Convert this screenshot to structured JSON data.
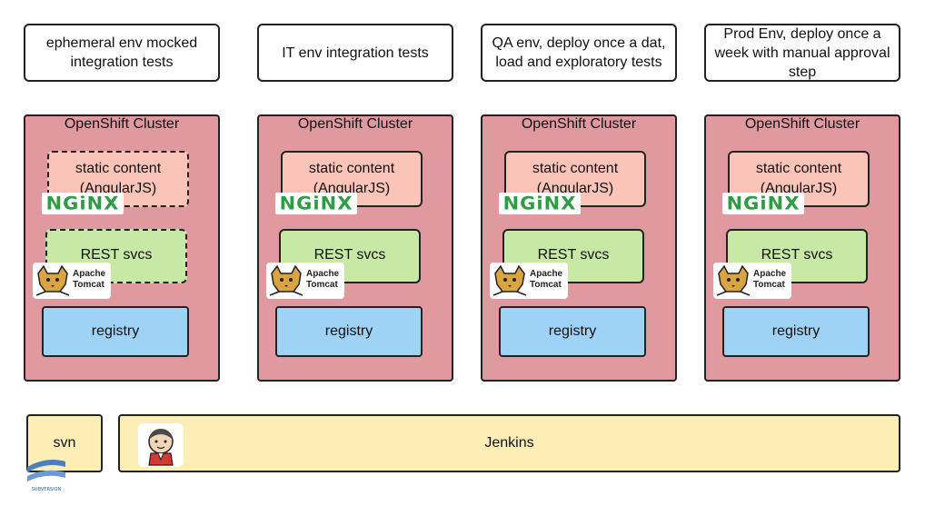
{
  "environments": [
    {
      "description": "ephemeral env mocked integration tests"
    },
    {
      "description": "IT env integration tests"
    },
    {
      "description": "QA env, deploy once a dat, load and exploratory tests"
    },
    {
      "description": "Prod Env, deploy once a week with manual approval step"
    }
  ],
  "clusters": [
    {
      "title": "OpenShift Cluster",
      "static_label": "static content",
      "static_sub": "(AngularJS)",
      "rest_label": "REST svcs",
      "registry_label": "registry",
      "nginx_label": "NGiNX",
      "tomcat_line1": "Apache",
      "tomcat_line2": "Tomcat",
      "dashed": true
    },
    {
      "title": "OpenShift Cluster",
      "static_label": "static content",
      "static_sub": "(AngularJS)",
      "rest_label": "REST svcs",
      "registry_label": "registry",
      "nginx_label": "NGiNX",
      "tomcat_line1": "Apache",
      "tomcat_line2": "Tomcat",
      "dashed": false
    },
    {
      "title": "OpenShift Cluster",
      "static_label": "static content",
      "static_sub": "(AngularJS)",
      "rest_label": "REST svcs",
      "registry_label": "registry",
      "nginx_label": "NGiNX",
      "tomcat_line1": "Apache",
      "tomcat_line2": "Tomcat",
      "dashed": false
    },
    {
      "title": "OpenShift Cluster",
      "static_label": "static content",
      "static_sub": "(AngularJS)",
      "rest_label": "REST svcs",
      "registry_label": "registry",
      "nginx_label": "NGiNX",
      "tomcat_line1": "Apache",
      "tomcat_line2": "Tomcat",
      "dashed": false
    }
  ],
  "bottom": {
    "svn_label": "svn",
    "svn_logo_text": "SUBVERSION",
    "jenkins_label": "Jenkins"
  },
  "colors": {
    "cluster": "#e0999f",
    "static_content": "#fbc4b9",
    "rest_svcs": "#c8e8a5",
    "registry": "#9fd3f5",
    "ci_bar": "#fdeeb5",
    "nginx_green": "#2e9b45"
  },
  "icons": [
    "nginx-logo-icon",
    "apache-tomcat-logo-icon",
    "jenkins-logo-icon",
    "subversion-logo-icon"
  ]
}
